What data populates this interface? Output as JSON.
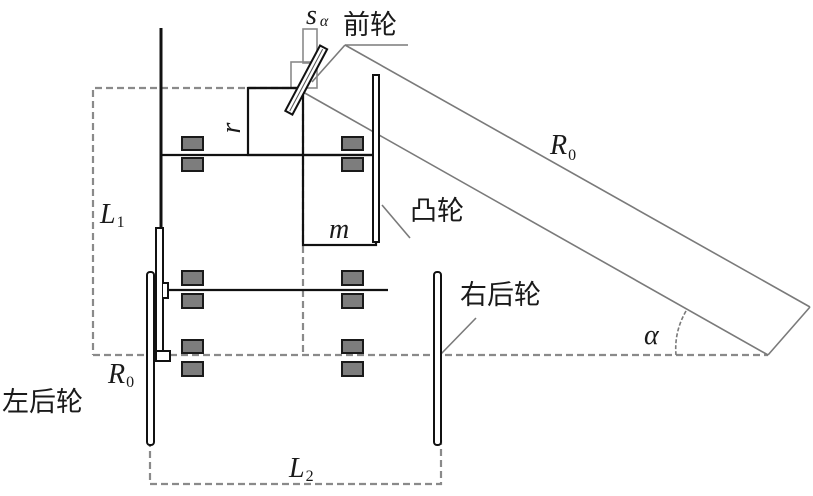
{
  "diagram": {
    "title": "",
    "labels": {
      "front_wheel": "前轮",
      "cam": "凸轮",
      "right_rear_wheel": "右后轮",
      "left_rear_wheel": "左后轮",
      "s_alpha_main": "s",
      "s_alpha_sub": "α",
      "r": "r",
      "m": "m",
      "L1_main": "L",
      "L1_sub": "1",
      "L2_main": "L",
      "L2_sub": "2",
      "R0_top_main": "R",
      "R0_top_sub": "0",
      "R0_left_main": "R",
      "R0_left_sub": "0",
      "alpha": "α"
    },
    "colors": {
      "structure": "#111111",
      "construction": "#8a8a8a",
      "bearing_fill": "#7d7d7d"
    }
  }
}
